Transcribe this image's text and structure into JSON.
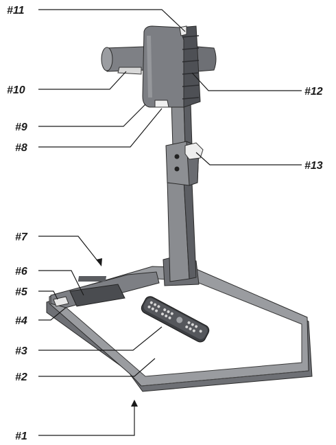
{
  "callouts": [
    {
      "id": "11",
      "text": "#11"
    },
    {
      "id": "10",
      "text": "#10"
    },
    {
      "id": "12",
      "text": "#12"
    },
    {
      "id": "9",
      "text": "#9"
    },
    {
      "id": "8",
      "text": "#8"
    },
    {
      "id": "13",
      "text": "#13"
    },
    {
      "id": "7",
      "text": "#7"
    },
    {
      "id": "6",
      "text": "#6"
    },
    {
      "id": "5",
      "text": "#5"
    },
    {
      "id": "4",
      "text": "#4"
    },
    {
      "id": "3",
      "text": "#3"
    },
    {
      "id": "2",
      "text": "#2"
    },
    {
      "id": "1",
      "text": "#1"
    }
  ],
  "colors": {
    "body_dark": "#5f6166",
    "body_mid": "#8a8c90",
    "body_light": "#b9bbbe",
    "surface": "#ffffff",
    "line": "#1a1a1a"
  }
}
